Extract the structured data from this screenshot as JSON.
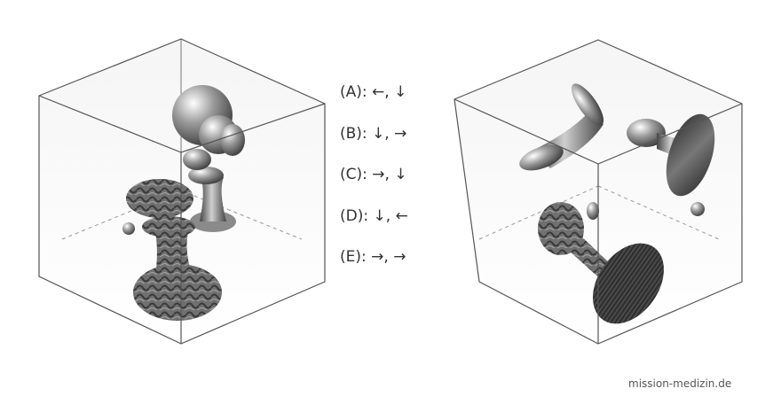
{
  "options": [
    {
      "label": "(A):",
      "arrows": "←, ↓"
    },
    {
      "label": "(B):",
      "arrows": "↓, →"
    },
    {
      "label": "(C):",
      "arrows": "→, ↓"
    },
    {
      "label": "(D):",
      "arrows": "↓, ←"
    },
    {
      "label": "(E):",
      "arrows": "→, →"
    }
  ],
  "watermark": "mission-medizin.de",
  "colors": {
    "edge": "#555555",
    "floor_dash": "#999999",
    "object": "#6e6e6e"
  }
}
